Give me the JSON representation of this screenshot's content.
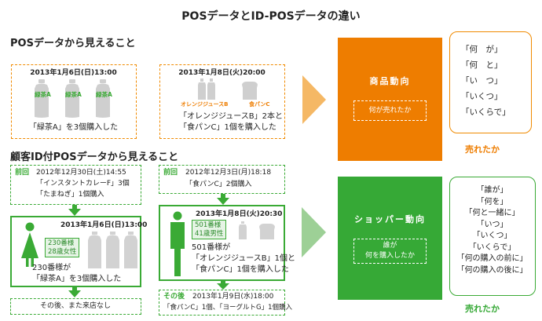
{
  "title": "POSデータとID-POSデータの違い",
  "pos": {
    "heading": "POSデータから見えること",
    "box1": {
      "date": "2013年1月6日(日)13:00",
      "bottle_labels": [
        "緑茶A",
        "緑茶A",
        "緑茶A"
      ],
      "caption": "「緑茶A」を3個購入した"
    },
    "box2": {
      "date": "2013年1月8日(火)20:00",
      "juice_label": "オレンジジュースB",
      "bread_label": "食パンC",
      "caption_line1": "「オレンジジュースB」2本と",
      "caption_line2": "「食パンC」1個を購入した"
    }
  },
  "idpos": {
    "heading": "顧客ID付POSデータから見えること",
    "left": {
      "prev_tag": "前回",
      "prev_line1": "2012年12月30日(土)14:55",
      "prev_line2": "「インスタントカレーF」3個",
      "prev_line3": "「たまねぎ」1個購入",
      "main_date": "2013年1月6日(日)13:00",
      "tag_line1": "230番様",
      "tag_line2": "28歳女性",
      "desc_line1": "230番様が",
      "desc_line2": "「緑茶A」を3個購入した",
      "after": "その後、また来店なし"
    },
    "right": {
      "prev_tag": "前回",
      "prev_line1": "2012年12月3日(月)18:18",
      "prev_line2": "「食パンC」2個購入",
      "main_date": "2013年1月8日(火)20:30",
      "tag_line1": "501番様",
      "tag_line2": "41歳男性",
      "desc_line1": "501番様が",
      "desc_line2": "「オレンジジュースB」1個と",
      "desc_line3": "「食パンC」1個を購入した",
      "after_tag": "その後",
      "after_line1": "2013年1月9日(水)18:00",
      "after_line2": "「食パンC」1個、「ヨーグルトG」1個購入"
    }
  },
  "product_panel": {
    "title": "商品動向",
    "subtitle": "何が売れたか"
  },
  "shopper_panel": {
    "title": "ショッパー動向",
    "subtitle_line1": "誰が",
    "subtitle_line2": "何を購入したか"
  },
  "product_questions": [
    "「何　が」",
    "「何　と」",
    "「い　つ」",
    "「いくつ」",
    "「いくらで」"
  ],
  "product_result": "売れたか",
  "shopper_questions": [
    "「誰が」",
    "「何を」",
    "「何と一緒に」",
    "「いつ」",
    "「いくつ」",
    "「いくらで」",
    "「何の購入の前に」",
    "「何の購入の後に」"
  ],
  "shopper_result": "売れたか",
  "colors": {
    "orange": "#ee7d00",
    "green": "#36a936",
    "grey": "#c8c8c8"
  }
}
